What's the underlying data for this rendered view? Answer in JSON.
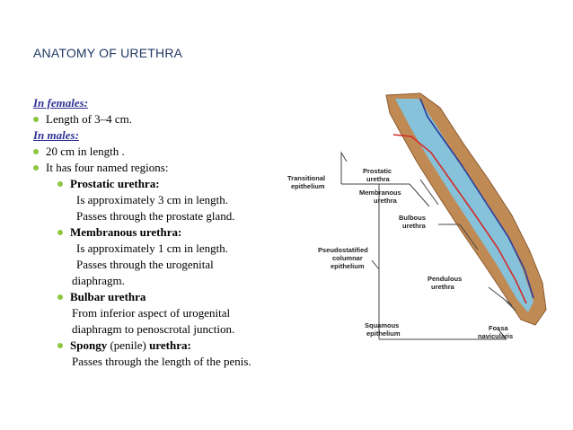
{
  "title": "ANATOMY OF URETHRA",
  "females": {
    "heading": "In females:",
    "item": "Length of 3–4 cm."
  },
  "males": {
    "heading": "In males:",
    "items": [
      " 20 cm in length .",
      "It has four named regions:"
    ],
    "regions": [
      {
        "name": "Prostatic urethra:",
        "lines": [
          "Is approximately 3 cm in length.",
          "Passes through the prostate gland."
        ]
      },
      {
        "name": "Membranous urethra:",
        "lines": [
          "Is approximately 1 cm in length.",
          "Passes through the urogenital",
          "diaphragm."
        ]
      },
      {
        "name": "Bulbar urethra",
        "lines": [
          "From inferior aspect of urogenital",
          "diaphragm to penoscrotal junction."
        ]
      },
      {
        "name_bold": "Spongy",
        "name_normal": " (penile) ",
        "name_bold2": "urethra:",
        "lines": [
          "Passes through the length of the penis."
        ]
      }
    ]
  },
  "diagram": {
    "labels": {
      "transitional": [
        "Transitional",
        "epithelium"
      ],
      "prostatic": [
        "Prostatic",
        "urethra"
      ],
      "membranous": [
        "Membranous",
        "urethra"
      ],
      "bulbous": [
        "Bulbous",
        "urethra"
      ],
      "pseudostratified": [
        "Pseudostatified",
        "columnar",
        "epithelium"
      ],
      "pendulous": [
        "Pendulous",
        "urethra"
      ],
      "squamous": [
        "Squamous",
        "epithelium"
      ],
      "fossa": [
        "Fossa",
        "navicularis"
      ]
    },
    "colors": {
      "tissue": "#c08a55",
      "lumen": "#7fc8e8",
      "vessel_red": "#d42a2a",
      "vessel_blue": "#2a3c9c"
    }
  }
}
